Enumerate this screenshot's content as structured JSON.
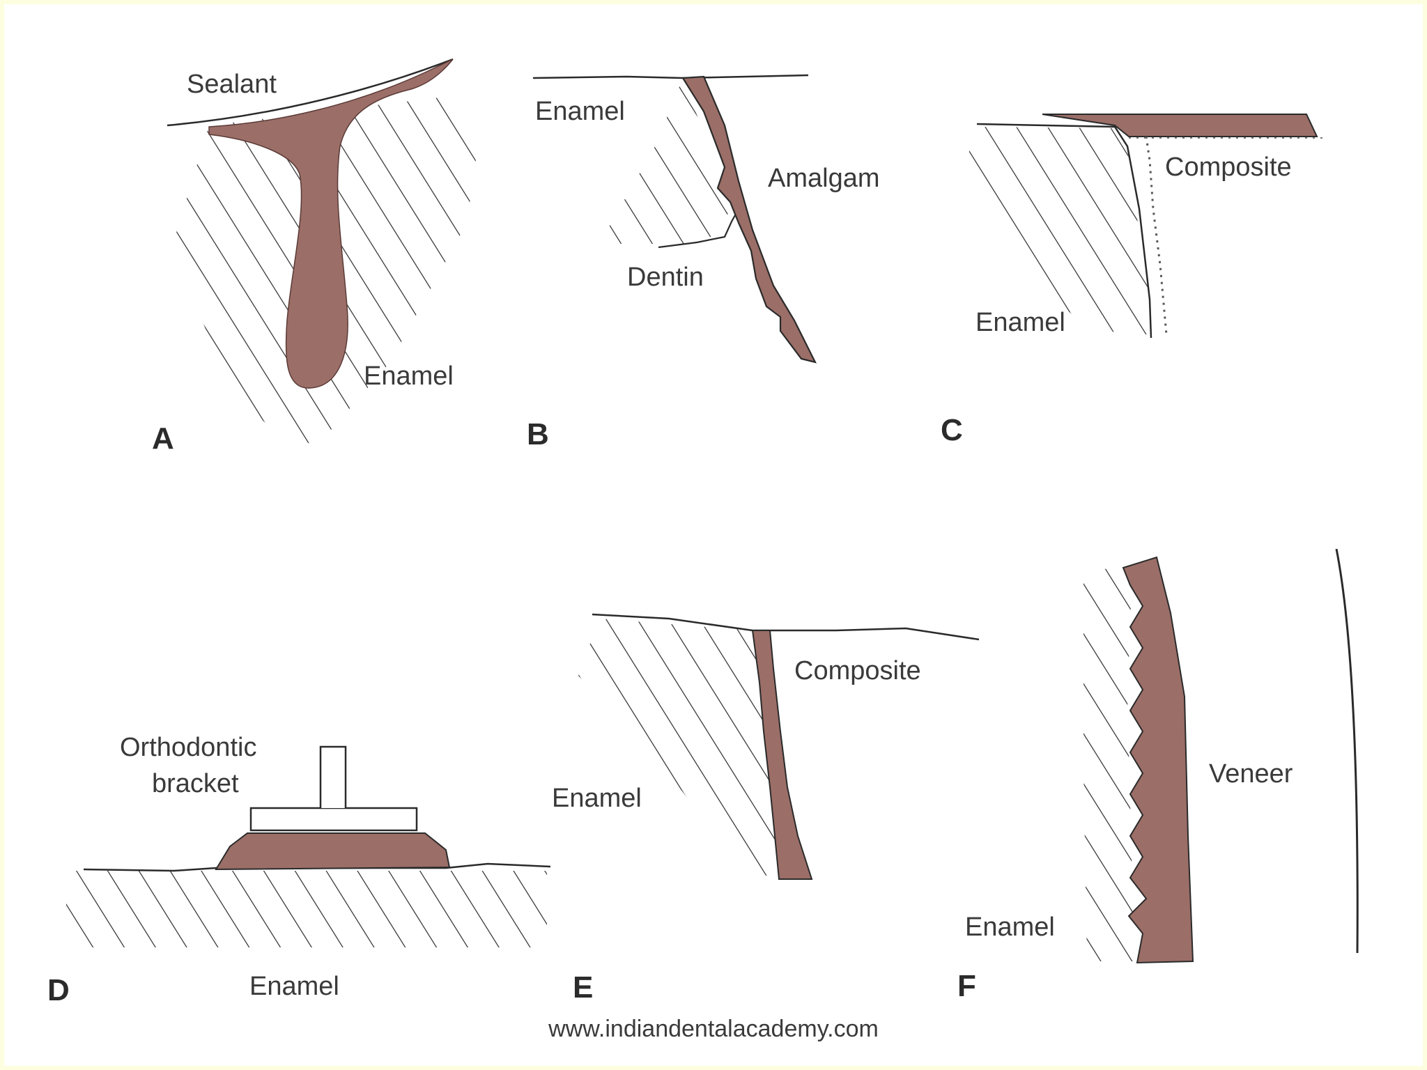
{
  "colors": {
    "frame": "#fdfde0",
    "background": "#ffffff",
    "material": "#9b6e68",
    "line": "#2a2a2a"
  },
  "panels": {
    "a": {
      "letter": "A",
      "sealant": "Sealant",
      "enamel": "Enamel"
    },
    "b": {
      "letter": "B",
      "enamel": "Enamel",
      "amalgam": "Amalgam",
      "dentin": "Dentin"
    },
    "c": {
      "letter": "C",
      "composite": "Composite",
      "enamel": "Enamel"
    },
    "d": {
      "letter": "D",
      "bracket_line1": "Orthodontic",
      "bracket_line2": "bracket",
      "enamel": "Enamel"
    },
    "e": {
      "letter": "E",
      "composite": "Composite",
      "enamel": "Enamel"
    },
    "f": {
      "letter": "F",
      "veneer": "Veneer",
      "enamel": "Enamel"
    }
  },
  "footer": {
    "website": "www.indiandentalacademy.com"
  }
}
